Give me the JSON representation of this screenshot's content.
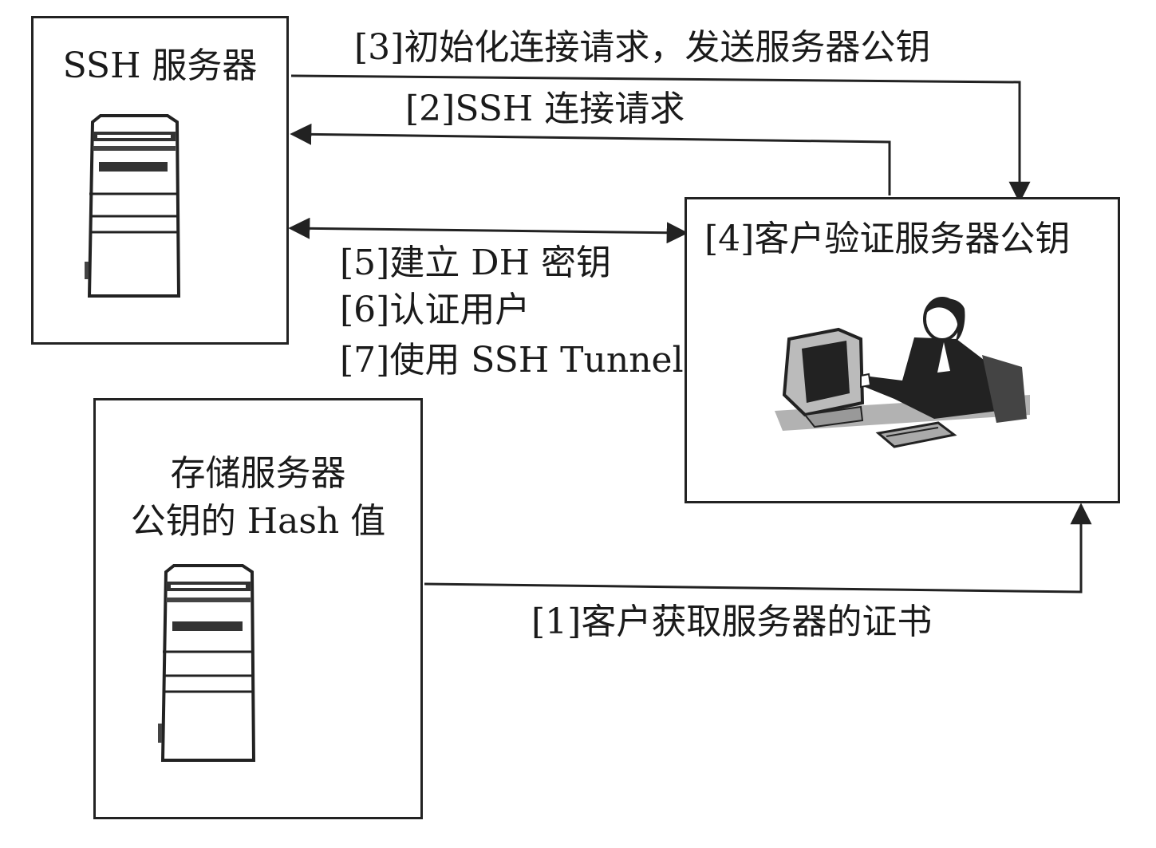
{
  "ssh_server": {
    "title": "SSH 服务器"
  },
  "storage": {
    "line1": "存储服务器",
    "line2": "公钥的 Hash 值"
  },
  "client": {
    "title": "[4]客户验证服务器公钥"
  },
  "steps": {
    "s1": "[1]客户获取服务器的证书",
    "s2": "[2]SSH 连接请求",
    "s3": "[3]初始化连接请求，发送服务器公钥",
    "s5": "[5]建立 DH 密钥",
    "s6": "[6]认证用户",
    "s7": "[7]使用 SSH Tunnel"
  },
  "icons": [
    "server-icon",
    "client-user-computer-icon"
  ]
}
